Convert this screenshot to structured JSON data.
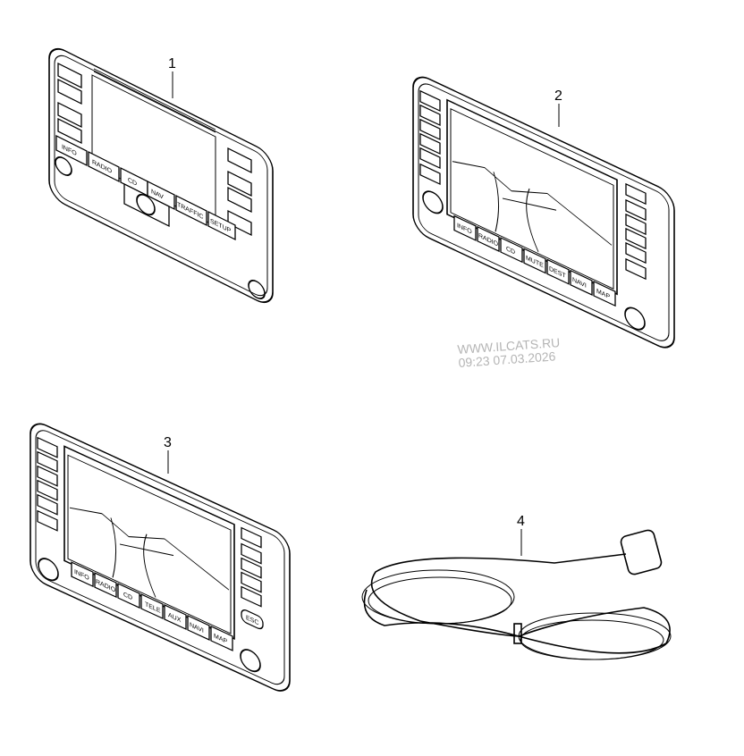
{
  "watermark": {
    "line1": "WWW.ILCATS.RU",
    "line2": "09:23 07.03.2026"
  },
  "parts": [
    {
      "number": "1",
      "buttons": [
        "INFO",
        "RADIO",
        "CD",
        "NAV",
        "TRAFFIC",
        "SETUP"
      ]
    },
    {
      "number": "2",
      "buttons": [
        "INFO",
        "RADIO",
        "CD",
        "MUTE",
        "DEST",
        "NAVI",
        "MAP"
      ]
    },
    {
      "number": "3",
      "buttons": [
        "INFO",
        "RADIO",
        "CD",
        "TELE",
        "AUX",
        "NAVI",
        "MAP"
      ],
      "extra_button": "ESC"
    },
    {
      "number": "4"
    }
  ]
}
